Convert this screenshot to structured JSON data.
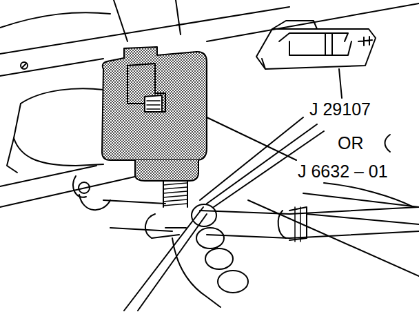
{
  "diagram": {
    "labels": [
      "J 29107",
      "OR",
      "J 6632 – 01"
    ]
  }
}
